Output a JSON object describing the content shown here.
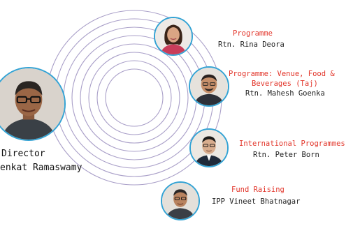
{
  "director": {
    "role": "Director",
    "name": "enkat Ramaswamy"
  },
  "members": [
    {
      "role": "Programme",
      "name": "Rtn. Rina Deora"
    },
    {
      "role_line1": "Programme: Venue, Food &",
      "role_line2": "Beverages (Taj)",
      "name": "Rtn. Mahesh Goenka"
    },
    {
      "role": "International Programmes",
      "name": "Rtn. Peter Born"
    },
    {
      "role": "Fund Raising",
      "name": "IPP Vineet Bhatnagar"
    }
  ],
  "colors": {
    "ring": "#9b8fbf",
    "accent_border": "#34a3d4",
    "role_text": "#e2352a",
    "name_text": "#222222"
  },
  "icons": [
    "portrait-woman-icon",
    "portrait-man-icon"
  ]
}
